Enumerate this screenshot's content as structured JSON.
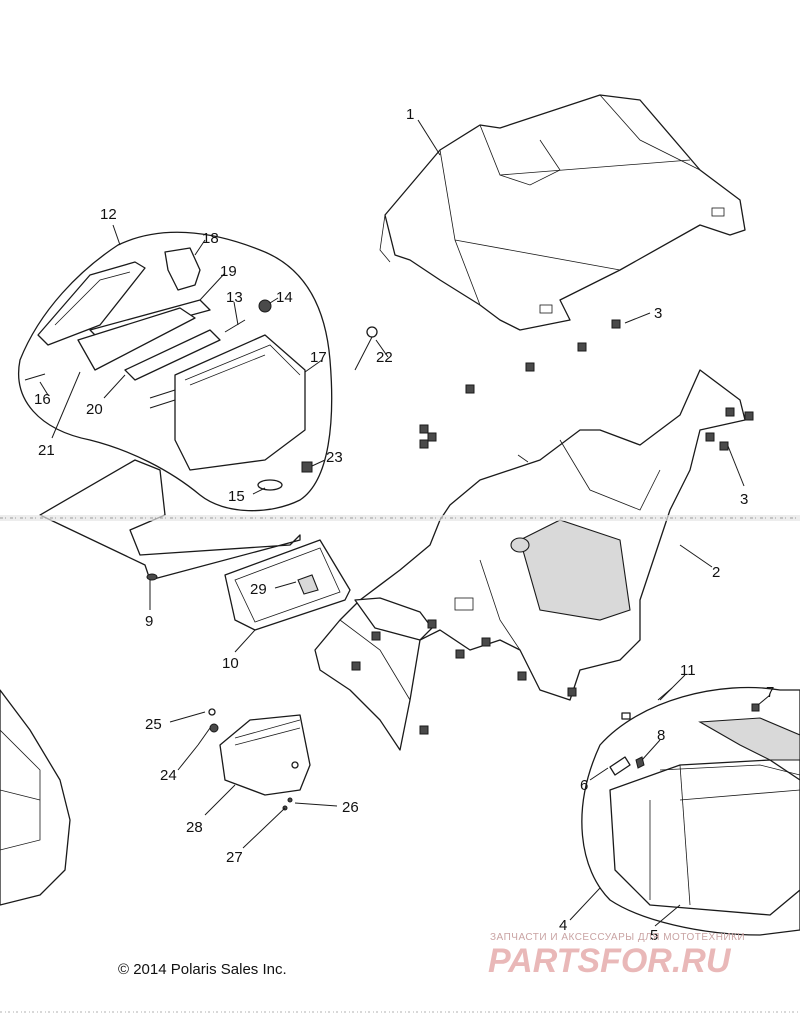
{
  "diagram": {
    "callouts": {
      "c1": "1",
      "c2": "2",
      "c3a": "3",
      "c3b": "3",
      "c4": "4",
      "c5": "5",
      "c6": "6",
      "c7": "7",
      "c8": "8",
      "c9": "9",
      "c10": "10",
      "c11": "11",
      "c12": "12",
      "c13": "13",
      "c14": "14",
      "c15": "15",
      "c16": "16",
      "c17": "17",
      "c18": "18",
      "c19": "19",
      "c20": "20",
      "c21": "21",
      "c22": "22",
      "c23": "23",
      "c24": "24",
      "c25": "25",
      "c26": "26",
      "c27": "27",
      "c28": "28",
      "c29": "29"
    },
    "copyright": "© 2014 Polaris Sales Inc.",
    "watermark": {
      "caption": "ЗАПЧАСТИ И АКСЕССУАРЫ ДЛЯ МОТОТЕХНИКИ",
      "logo": "PARTSFOR.RU",
      "color": "#e9b8b8"
    }
  }
}
